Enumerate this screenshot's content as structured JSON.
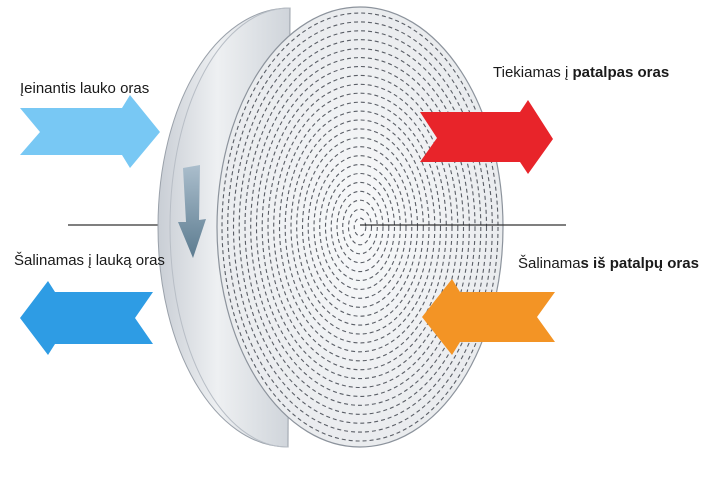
{
  "labels": {
    "incoming_outdoor": "Įeinantis lauko oras",
    "supply_prefix": "Tiekiamas  į ",
    "supply_bold": "patalpas oras",
    "exhaust_outside": "Šalinamas į lauką oras",
    "extract_prefix": "Šalinama",
    "extract_bold": "s iš patalpų oras"
  },
  "colors": {
    "incoming_outdoor_arrow": "#78c8f4",
    "supply_arrow": "#e8242a",
    "exhaust_outside_arrow": "#2e9ce4",
    "extract_arrow": "#f39425",
    "rotation_arrow": "#6e8fa3",
    "wheel_rim": "#dde1e6",
    "wheel_face": "#f3f4f6",
    "wheel_channels": "#5a5e66",
    "axis_line": "#333333"
  },
  "icons": {
    "rotation": "rotation-direction-arrow-icon"
  }
}
